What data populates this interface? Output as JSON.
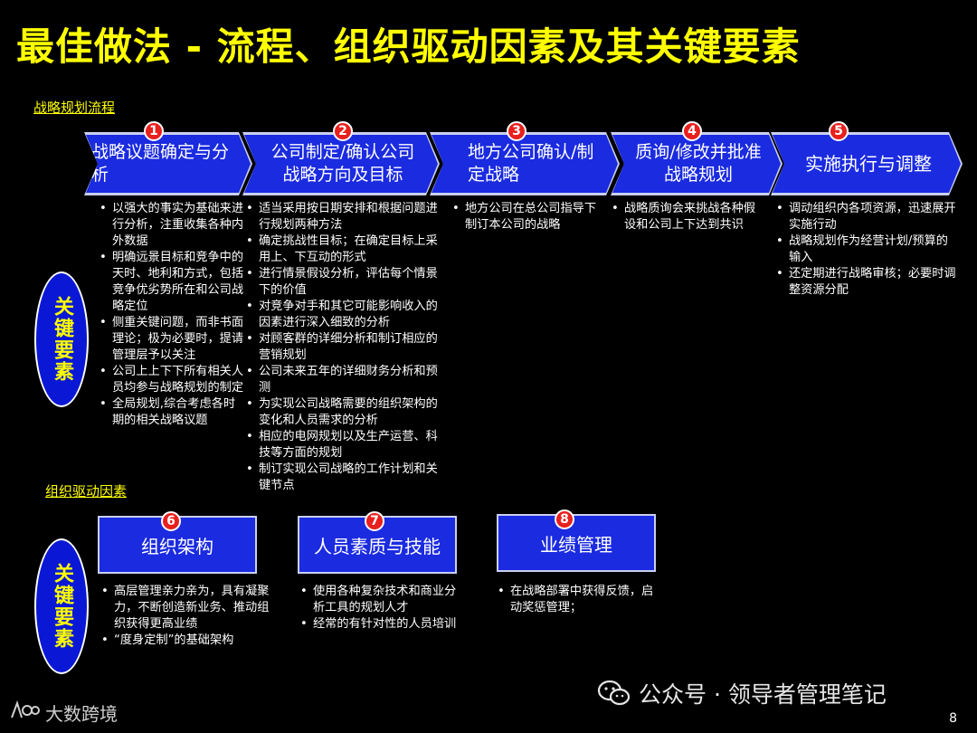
{
  "title": "最佳做法 - 流程、组织驱动因素及其关键要素",
  "process_label": "战略规划流程",
  "org_label": "组织驱动因素",
  "key_elements_label": "关键要素",
  "process_steps": [
    {
      "num": "1",
      "label": "战略议题确定与分析"
    },
    {
      "num": "2",
      "label": "公司制定/确认公司战略方向及目标"
    },
    {
      "num": "3",
      "label": "地方公司确认/制定战略"
    },
    {
      "num": "4",
      "label": "质询/修改并批准战略规划"
    },
    {
      "num": "5",
      "label": "实施执行与调整"
    }
  ],
  "process_bullets": [
    [
      "以强大的事实为基础来进行分析，注重收集各种内外数据",
      "明确远景目标和竞争中的天时、地利和方式，包括竞争优劣势所在和公司战略定位",
      "侧重关键问题，而非书面理论；极为必要时，提请管理层予以关注",
      "公司上上下下所有相关人员均参与战略规划的制定",
      "全局规划,综合考虑各时期的相关战略议题"
    ],
    [
      "适当采用按日期安排和根据问题进行规划两种方法",
      "确定挑战性目标；在确定目标上采用上、下互动的形式",
      "进行情景假设分析，评估每个情景下的价值",
      "对竞争对手和其它可能影响收入的因素进行深入细致的分析",
      "对顾客群的详细分析和制订相应的营销规划",
      "公司未来五年的详细财务分析和预测",
      "为实现公司战略需要的组织架构的变化和人员需求的分析",
      "相应的电网规划以及生产运营、科技等方面的规划",
      "制订实现公司战略的工作计划和关键节点"
    ],
    [
      "地方公司在总公司指导下制订本公司的战略"
    ],
    [
      "战略质询会来挑战各种假设和公司上下达到共识"
    ],
    [
      "调动组织内各项资源，迅速展开实施行动",
      "战略规划作为经营计划/预算的输入",
      "还定期进行战略审核；必要时调整资源分配"
    ]
  ],
  "org_drivers": [
    {
      "num": "6",
      "label": "组织架构"
    },
    {
      "num": "7",
      "label": "人员素质与技能"
    },
    {
      "num": "8",
      "label": "业绩管理"
    }
  ],
  "org_bullets": [
    [
      "高层管理亲力亲为，具有凝聚力，不断创造新业务、推动组织获得更高业绩",
      "“度身定制”的基础架构"
    ],
    [
      "使用各种复杂技术和商业分析工具的规划人才",
      "经常的有针对性的人员培训"
    ],
    [
      "在战略部署中获得反馈，启动奖惩管理；"
    ]
  ],
  "watermark": "公众号 · 领导者管理笔记",
  "brand": "大数跨境",
  "page_number": "8",
  "colors": {
    "title": "#ffff00",
    "chevron": "#1b2be0",
    "badge": "#e8201e",
    "oval": "#0a18d6"
  }
}
